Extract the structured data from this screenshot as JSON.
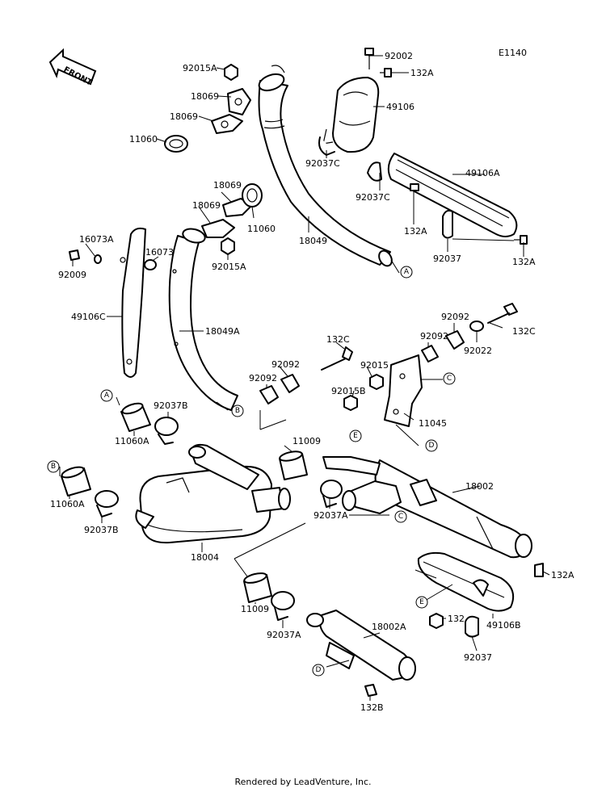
{
  "figure_code": "E1140",
  "front_label": "FRONT",
  "credit": "Rendered by LeadVenture, Inc.",
  "parts": {
    "p92002": "92002",
    "p132A_1": "132A",
    "p49106": "49106",
    "p92037C_1": "92037C",
    "p49106A": "49106A",
    "p92037C_2": "92037C",
    "p132A_2": "132A",
    "p92037_1": "92037",
    "p132A_3": "132A",
    "p18049": "18049",
    "p92015A_1": "92015A",
    "p18069_1": "18069",
    "p18069_2": "18069",
    "p11060_1": "11060",
    "p18069_3": "18069",
    "p18069_4": "18069",
    "p11060_2": "11060",
    "p92015A_2": "92015A",
    "p16073A": "16073A",
    "p16073": "16073",
    "p92009": "92009",
    "p49106C": "49106C",
    "p18049A": "18049A",
    "p92092_1": "92092",
    "p92092_2": "92092",
    "p132C_1": "132C",
    "p92022": "92022",
    "p92092_3": "92092",
    "p92092_4": "92092",
    "p132C_2": "132C",
    "p92015": "92015",
    "p92015B": "92015B",
    "p11045": "11045",
    "p92037B_1": "92037B",
    "p11060A_1": "11060A",
    "p11009_1": "11009",
    "p11060A_2": "11060A",
    "p92037B_2": "92037B",
    "p18002": "18002",
    "p92037A_1": "92037A",
    "p18004": "18004",
    "p132A_4": "132A",
    "p132": "132",
    "p49106B": "49106B",
    "p11009_2": "11009",
    "p92037A_2": "92037A",
    "p18002A": "18002A",
    "p92037_2": "92037",
    "p132B": "132B"
  },
  "callouts": {
    "A": "A",
    "B": "B",
    "C": "C",
    "D": "D",
    "E": "E"
  }
}
